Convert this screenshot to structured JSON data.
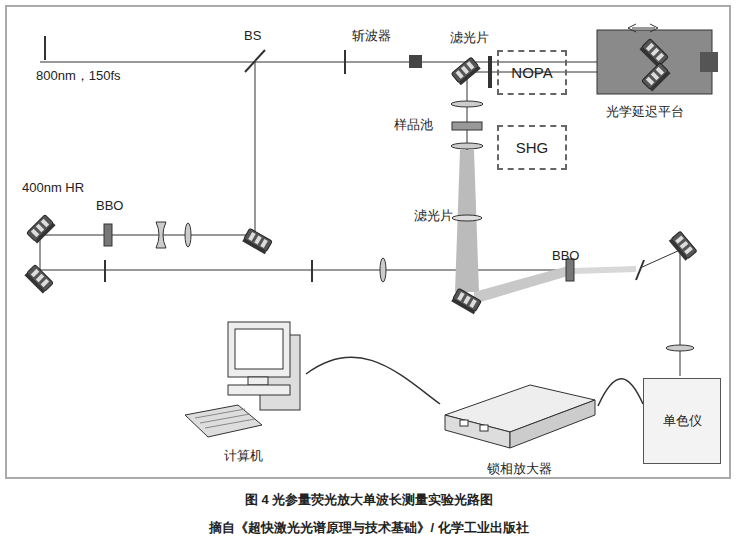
{
  "diagram": {
    "caption": "图 4 光参量荧光放大单波长测量实验光路图",
    "nodes": [
      {
        "text": [
          "NOPA"
        ]
      },
      {
        "text": [
          "SHG"
        ]
      },
      {
        "text": [
          "计算机"
        ]
      },
      {
        "text": [
          "锁相放大器"
        ]
      },
      {
        "text": [
          "单色仪"
        ]
      }
    ],
    "edges": [
      {
        "from": 2,
        "to": 3,
        "arrow": "none"
      },
      {
        "from": 3,
        "to": 4,
        "arrow": "none"
      }
    ],
    "labels": [
      "800nm，150fs",
      "BS",
      "斩波器",
      "滤光片",
      "光学延迟平台",
      "样品池",
      "滤光片",
      "400nm HR",
      "BBO",
      "BBO",
      "摘自《超快激光光谱原理与技术基础》/ 化学工业出版社"
    ]
  }
}
